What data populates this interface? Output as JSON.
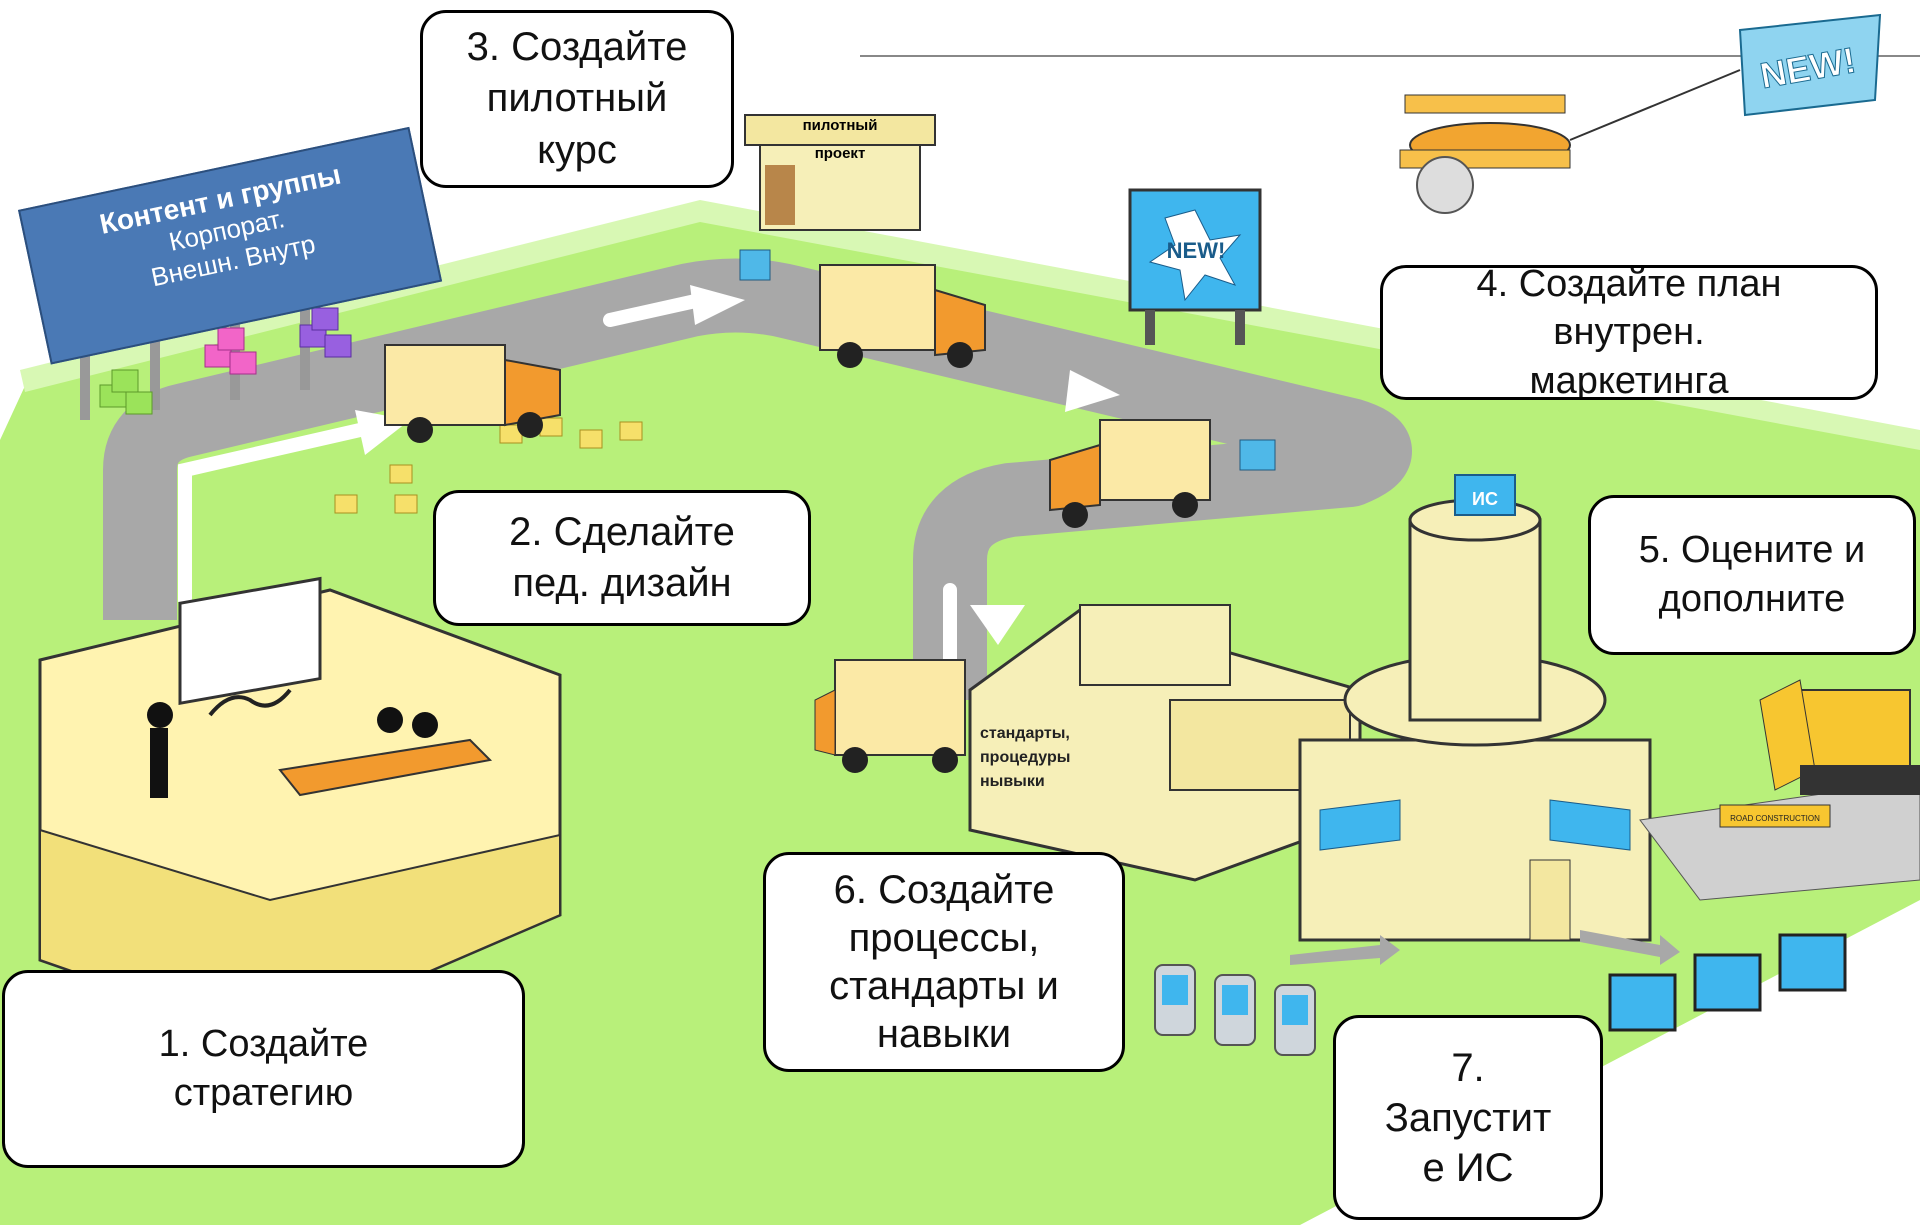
{
  "steps": {
    "s1": "1. Создайте\nстратегию",
    "s2": "2. Сделайте\nпед. дизайн",
    "s3": "3. Создайте\nпилотный\nкурс",
    "s4": "4. Создайте план\nвнутрен.\nмаркетинга",
    "s5": "5. Оцените и\nдополните",
    "s6": "6. Создайте\nпроцессы,\nстандарты и\nнавыки",
    "s7": "7.\nЗапустит\nе ИС"
  },
  "content_box": {
    "title": "Контент и группы",
    "line2": "Корпорат.",
    "line3": "Внешн. Внутр"
  },
  "labels": {
    "pilot_sign": "пилотный\nпроект",
    "billboard": "NEW!",
    "banner": "NEW!",
    "tower_sign": "ИС",
    "factory_l1": "стандарты,",
    "factory_l2": "процедуры",
    "factory_l3": "нывыки",
    "barrier": "ROAD CONSTRUCTION"
  },
  "colors": {
    "grass": "#b8f07a",
    "road": "#a8a8a8",
    "truck_box": "#fbe9a6",
    "truck_cab": "#f29a2e",
    "building": "#f6efb8",
    "blue_box": "#4a79b5"
  }
}
